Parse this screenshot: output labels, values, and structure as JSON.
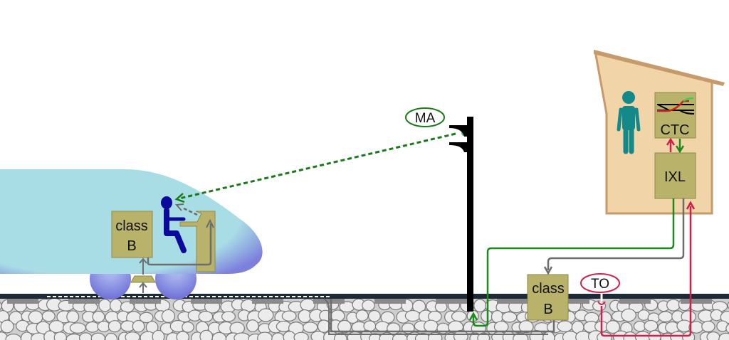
{
  "labels": {
    "train_class_b_line1": "class",
    "train_class_b_line2": "B",
    "track_class_b_line1": "class",
    "track_class_b_line2": "B",
    "movement_authority": "MA",
    "ctc": "CTC",
    "ixl": "IXL",
    "train_operation": "TO"
  },
  "colors": {
    "equipment_box": "#b8b26a",
    "train_body": "#a9dde6",
    "train_edge": "#7c7fdc",
    "driver": "#0a0a9c",
    "dispatcher": "#13898a",
    "cabin": "#f1d5a8",
    "cabin_edge": "#c79a6b",
    "green_wire": "#1a8a1a",
    "gray_wire": "#6d6d6d",
    "red_wire": "#d01f4a",
    "rail": "#1b2a36"
  }
}
